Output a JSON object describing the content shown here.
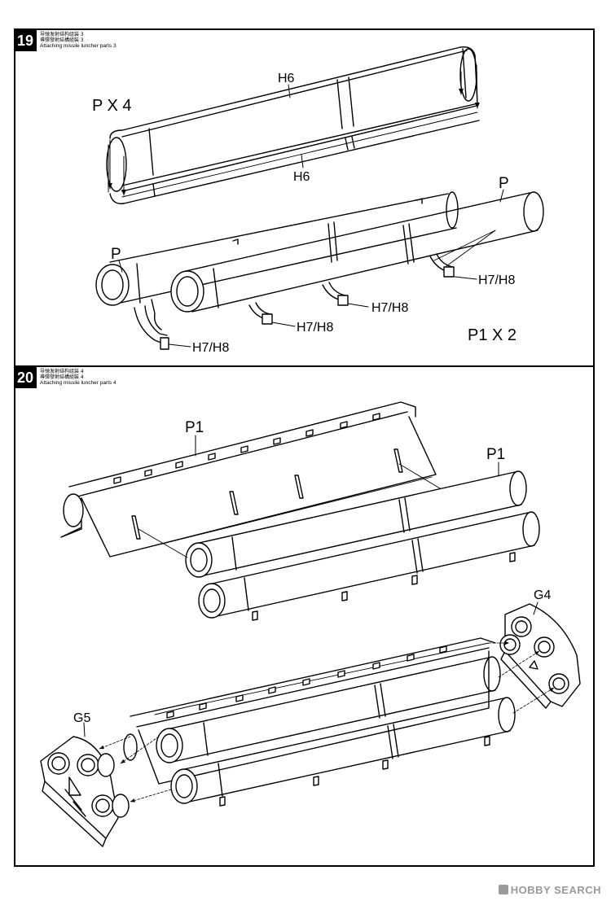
{
  "steps": [
    {
      "number": "19",
      "title_cn1": "导弹发射结构组装 3",
      "title_cn2": "導彈發射結構組裝 3",
      "title_en": "Attaching missile luncher parts 3",
      "labels": {
        "p_x4": "P X 4",
        "h6_top": "H6",
        "h6_bottom": "H6",
        "p_left": "P",
        "p_right": "P",
        "h7h8_a": "H7/H8",
        "h7h8_b": "H7/H8",
        "h7h8_c": "H7/H8",
        "h7h8_d": "H7/H8",
        "p1_x2": "P1 X 2"
      }
    },
    {
      "number": "20",
      "title_cn1": "导弹发射结构组装 4",
      "title_cn2": "導彈發射結構組裝 4",
      "title_en": "Attaching missile luncher parts 4",
      "labels": {
        "p1_left": "P1",
        "p1_right": "P1",
        "g4": "G4",
        "g5": "G5"
      }
    }
  ],
  "watermark": "HOBBY SEARCH"
}
